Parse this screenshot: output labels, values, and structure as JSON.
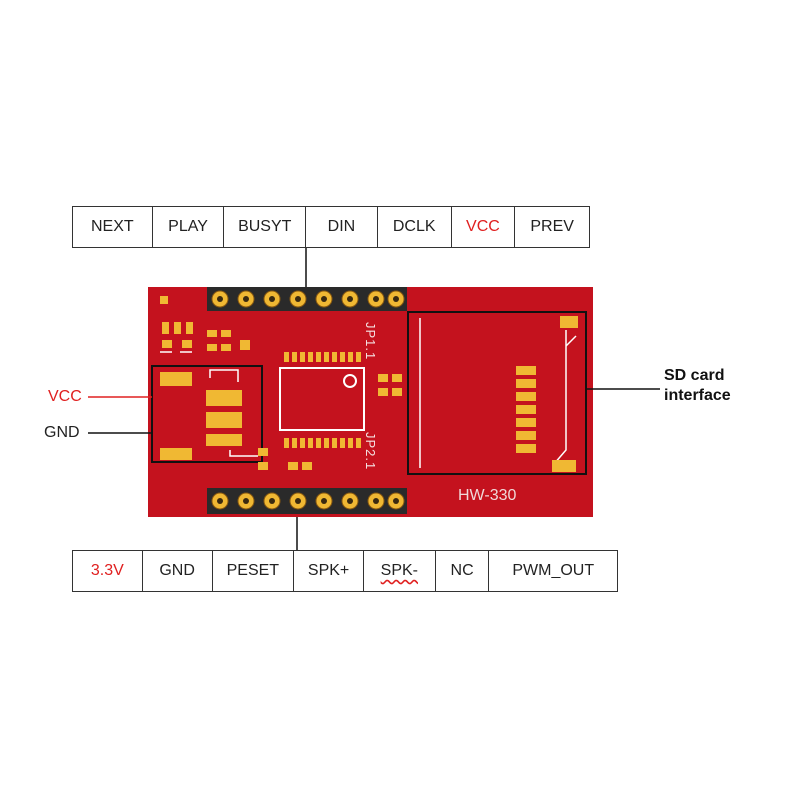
{
  "top_pins": [
    "NEXT",
    "PLAY",
    "BUSYT",
    "DIN",
    "DCLK",
    "VCC",
    "PREV"
  ],
  "bottom_pins": [
    "3.3V",
    "GND",
    "PESET",
    "SPK+",
    "SPK-",
    "NC",
    "PWM_OUT"
  ],
  "left_labels": {
    "vcc": "VCC",
    "gnd": "GND"
  },
  "sd_label": {
    "line1": "SD card",
    "line2": "interface"
  },
  "board": {
    "model": "HW-330",
    "jp1": "JP1.1",
    "jp2": "JP2.1"
  },
  "colors": {
    "board": "#c4121e",
    "pad": "#f0b833",
    "accent_red": "#e02020",
    "silk": "#ffffff"
  }
}
